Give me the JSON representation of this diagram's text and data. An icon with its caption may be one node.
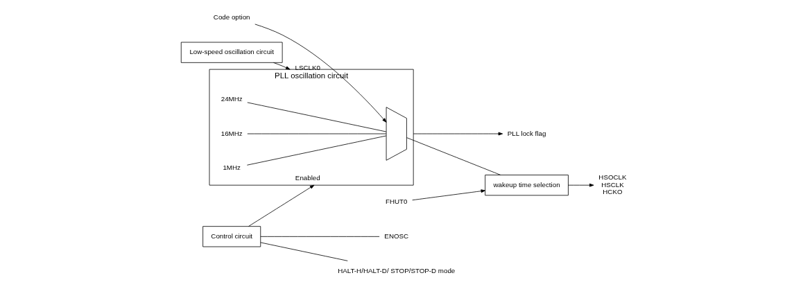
{
  "diagram": {
    "nodes": [
      {
        "text": [
          "Low-speed oscillation circuit"
        ]
      },
      {
        "text": [
          "PLL oscillation circuit"
        ]
      },
      {
        "text": [],
        "shape": "trapezoid",
        "in": 1
      },
      {
        "text": [
          "Control circuit"
        ]
      },
      {
        "text": [
          "wakeup time selection"
        ]
      },
      {
        "text": [
          "ENOSC"
        ]
      },
      {
        "text": [
          "HALT-H/HALT-D/ STOP/STOP-D mode"
        ]
      },
      {
        "text": [
          "PLL lock flag"
        ]
      },
      {
        "text": [
          "HSOCLK",
          "HSCLK",
          "HCKO"
        ]
      },
      {
        "text": [
          "FHUT0"
        ]
      },
      {
        "text": [
          "Code option"
        ]
      },
      {
        "text": [
          "24MHz"
        ],
        "in": 1
      },
      {
        "text": [
          "16MHz"
        ],
        "in": 1
      },
      {
        "text": [
          "1MHz"
        ],
        "in": 1
      }
    ],
    "edges": [
      {
        "from": 0,
        "to": 1,
        "label": "LSCLK0",
        "arrow": "to"
      },
      {
        "from": 3,
        "to": 1,
        "label": "Enabled",
        "arrow": "to"
      },
      {
        "from": 3,
        "to": 5,
        "arrow": "none"
      },
      {
        "from": 3,
        "to": 6,
        "arrow": "none"
      },
      {
        "from": 1,
        "to": 7,
        "arrow": "to"
      },
      {
        "from": 2,
        "to": 4,
        "arrow": "none"
      },
      {
        "from": 4,
        "to": 8,
        "arrow": "to"
      },
      {
        "from": 9,
        "to": 4,
        "arrow": "to"
      },
      {
        "from": 10,
        "to": 2,
        "arrow": "to"
      },
      {
        "from": 11,
        "to": 2,
        "arrow": "none"
      },
      {
        "from": 12,
        "to": 2,
        "arrow": "none"
      },
      {
        "from": 13,
        "to": 2,
        "arrow": "none"
      }
    ]
  }
}
